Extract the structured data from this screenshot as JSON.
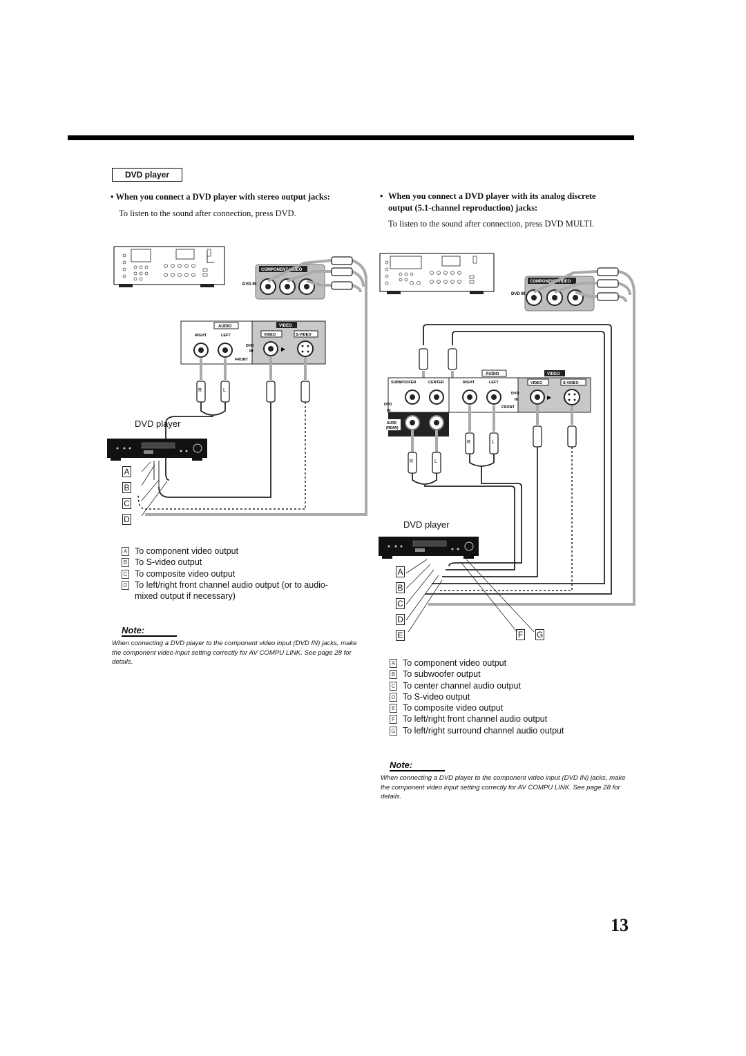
{
  "section_label": "DVD player",
  "left": {
    "heading": "When you connect a DVD player with stereo output jacks:",
    "instruction": "To listen to the sound after connection, press DVD.",
    "device_label": "DVD player",
    "panel": {
      "component_video": "COMPONENT VIDEO",
      "dvd_in": "DVD IN",
      "audio": "AUDIO",
      "video": "VIDEO",
      "right": "RIGHT",
      "left": "LEFT",
      "video_jack": "VIDEO",
      "s_video": "S-VIDEO",
      "front": "FRONT"
    },
    "letters": [
      "A",
      "B",
      "C",
      "D"
    ],
    "legend": [
      {
        "key": "A",
        "text": "To component video output"
      },
      {
        "key": "B",
        "text": "To S-video output"
      },
      {
        "key": "C",
        "text": "To composite video output"
      },
      {
        "key": "D",
        "text": "To left/right front channel audio output (or to audio-mixed output if necessary)"
      }
    ],
    "note_title": "Note:",
    "note_text": "When connecting a DVD player to the component video input (DVD IN) jacks, make the component video input setting correctly for AV COMPU LINK. See page 28 for details."
  },
  "right": {
    "heading": "When you connect a DVD player with its analog discrete output (5.1-channel reproduction) jacks:",
    "instruction": "To listen to the sound after connection, press DVD MULTI.",
    "device_label": "DVD player",
    "panel": {
      "component_video": "COMPONENT VIDEO",
      "dvd_in": "DVD IN",
      "audio": "AUDIO",
      "video": "VIDEO",
      "subwoofer": "SUBWOOFER",
      "center": "CENTER",
      "right": "RIGHT",
      "left": "LEFT",
      "video_jack": "VIDEO",
      "s_video": "S-VIDEO",
      "front": "FRONT",
      "surr": "SURR (REAR)"
    },
    "letters": [
      "A",
      "B",
      "C",
      "D",
      "E",
      "F",
      "G"
    ],
    "legend": [
      {
        "key": "A",
        "text": "To component video output"
      },
      {
        "key": "B",
        "text": "To subwoofer output"
      },
      {
        "key": "C",
        "text": "To center channel audio output"
      },
      {
        "key": "D",
        "text": "To S-video output"
      },
      {
        "key": "E",
        "text": "To composite video output"
      },
      {
        "key": "F",
        "text": "To left/right front channel audio output"
      },
      {
        "key": "G",
        "text": "To left/right surround channel audio output"
      }
    ],
    "note_title": "Note:",
    "note_text": "When connecting a DVD player to the component video input (DVD IN) jacks, make the component video input setting correctly for AV COMPU LINK. See page 28 for details."
  },
  "page_number": "13"
}
